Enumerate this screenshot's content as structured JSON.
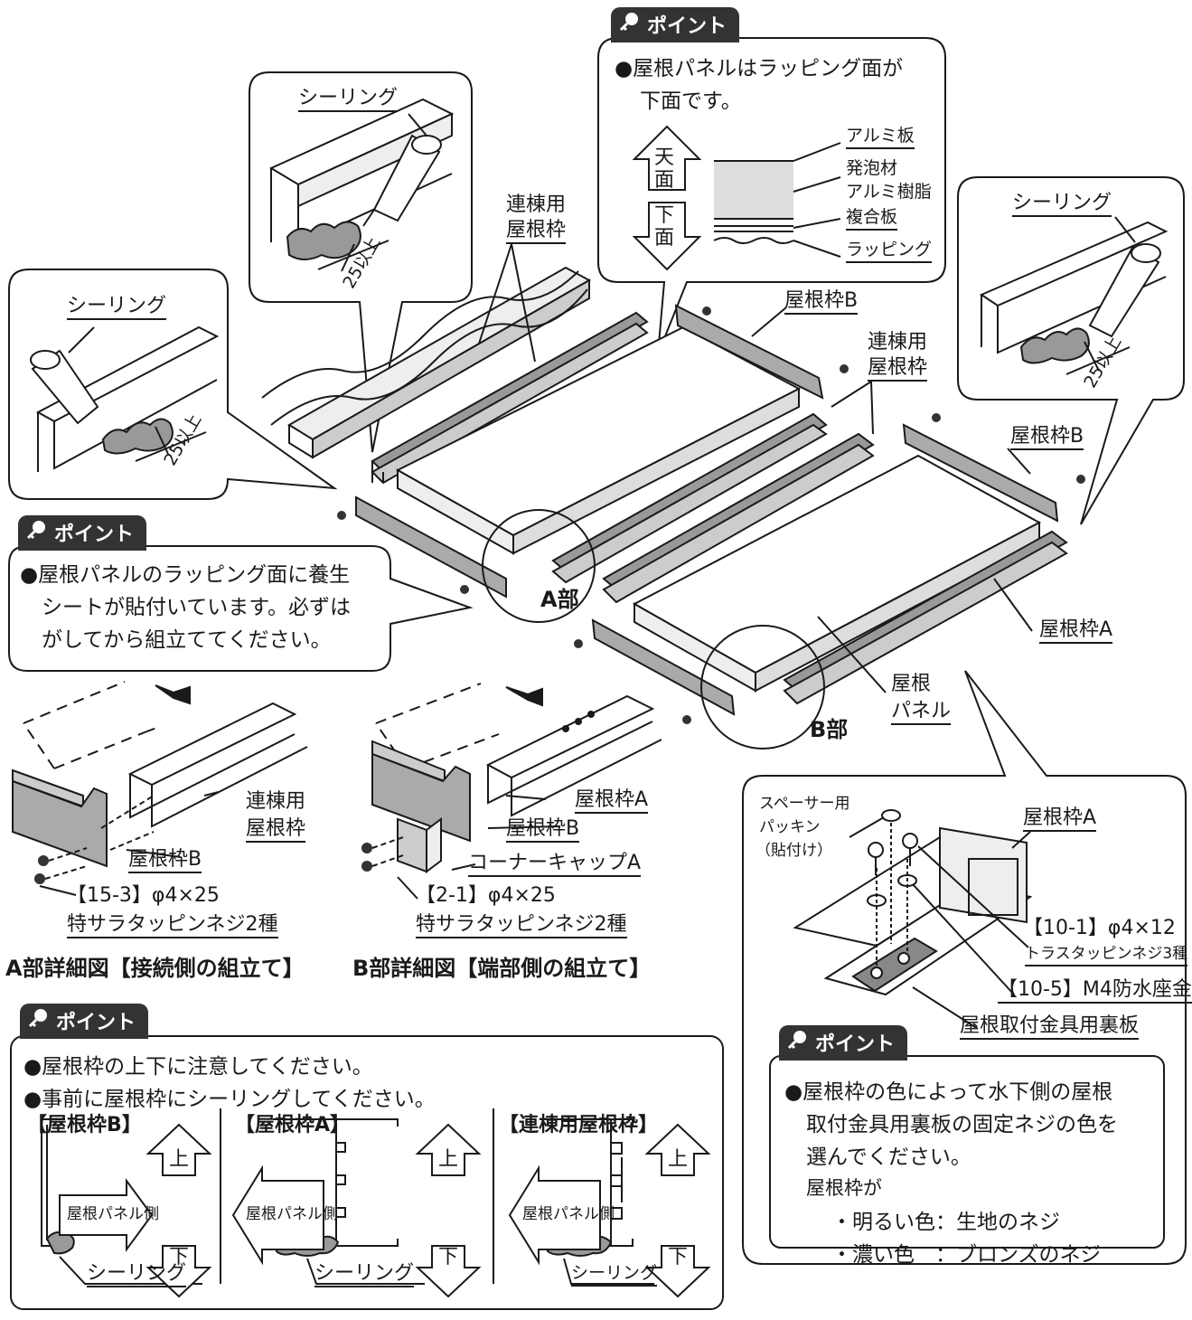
{
  "point_tag": "ポイント",
  "panel_point": {
    "line1": "●屋根パネルはラッピング面が",
    "line2": "下面です。",
    "top_face": "天面",
    "bottom_face": "下面",
    "layers": [
      "アルミ板",
      "発泡材",
      "アルミ樹脂",
      "複合板",
      "ラッピング"
    ]
  },
  "sealing": "シーリング",
  "dim_25": "25以上",
  "renmune_frame": "連棟用屋根枠",
  "renmune_frame_l1": "連棟用",
  "renmune_frame_l2": "屋根枠",
  "frame_a": "屋根枠A",
  "frame_b": "屋根枠B",
  "panel_l1": "屋根",
  "panel_l2": "パネル",
  "part_a": "A部",
  "part_b": "B部",
  "sheet_point": {
    "l1": "●屋根パネルのラッピング面に養生",
    "l2": "シートが貼付いています。必ずは",
    "l3": "がしてから組立ててください。"
  },
  "detail_a": {
    "screw_code": "【15-3】φ4×25",
    "screw_name": "特サラタッピンネジ2種",
    "caption": "A部詳細図【接続側の組立て】"
  },
  "detail_b": {
    "corner_cap": "コーナーキャップA",
    "screw_code": "【2-1】φ4×25",
    "screw_name": "特サラタッピンネジ2種",
    "caption": "B部詳細図【端部側の組立て】"
  },
  "detail_c": {
    "spacer_l1": "スペーサー用",
    "spacer_l2": "パッキン",
    "spacer_l3": "（貼付け）",
    "screw_code": "【10-1】φ4×12",
    "screw_name": "トラスタッピンネジ3種",
    "washer": "【10-5】M4防水座金",
    "back_plate": "屋根取付金具用裏板"
  },
  "bottom_point": {
    "l1": "●屋根枠の上下に注意してください。",
    "l2": "●事前に屋根枠にシーリングしてください。",
    "sec_b": "【屋根枠B】",
    "sec_a": "【屋根枠A】",
    "sec_r": "【連棟用屋根枠】",
    "panel_side": "屋根パネル側",
    "up": "上",
    "down": "下"
  },
  "color_point": {
    "l1": "●屋根枠の色によって水下側の屋根",
    "l2": "取付金具用裏板の固定ネジの色を",
    "l3": "選んでください。",
    "l4": "屋根枠が",
    "l5": "・明るい色：生地のネジ",
    "l6": "・濃い色　：ブロンズのネジ"
  },
  "colors": {
    "ink": "#1a1a1a",
    "gray": "#999999",
    "light": "#dddddd",
    "tag": "#333333"
  }
}
